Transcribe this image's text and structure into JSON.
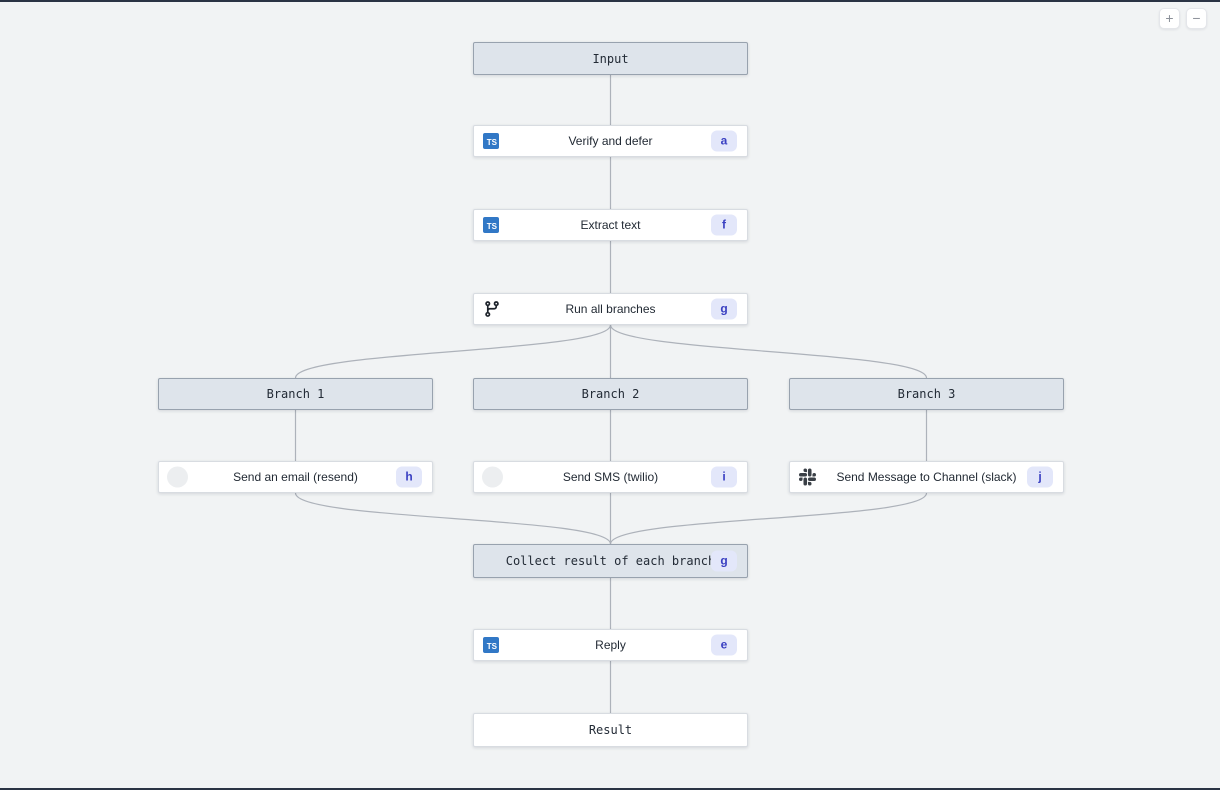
{
  "colors": {
    "background": "#f1f3f4",
    "header_node_bg": "#dee4eb",
    "header_node_border": "#98a2ae",
    "node_bg": "#ffffff",
    "edge": "#adb2ba",
    "badge_bg": "#e3e7fa",
    "badge_text": "#3a40c2",
    "typescript_blue": "#3178c6",
    "top_bottom_strip": "#2a3344"
  },
  "controls": {
    "zoom_in_label": "+",
    "zoom_out_label": "−"
  },
  "icons": {
    "typescript_label": "TS"
  },
  "nodes": {
    "input": {
      "label": "Input"
    },
    "verify": {
      "label": "Verify and defer",
      "badge": "a",
      "icon": "typescript"
    },
    "extract": {
      "label": "Extract text",
      "badge": "f",
      "icon": "typescript"
    },
    "run_branches": {
      "label": "Run all branches",
      "badge": "g",
      "icon": "git-branch"
    },
    "branch1": {
      "label": "Branch 1"
    },
    "branch2": {
      "label": "Branch 2"
    },
    "branch3": {
      "label": "Branch 3"
    },
    "send_email": {
      "label": "Send an email (resend)",
      "badge": "h",
      "icon": "resend"
    },
    "send_sms": {
      "label": "Send SMS (twilio)",
      "badge": "i",
      "icon": "twilio"
    },
    "send_slack": {
      "label": "Send Message to Channel (slack)",
      "badge": "j",
      "icon": "slack"
    },
    "collect": {
      "label": "Collect result of each branch",
      "badge": "g"
    },
    "reply": {
      "label": "Reply",
      "badge": "e",
      "icon": "typescript"
    },
    "result": {
      "label": "Result"
    }
  }
}
